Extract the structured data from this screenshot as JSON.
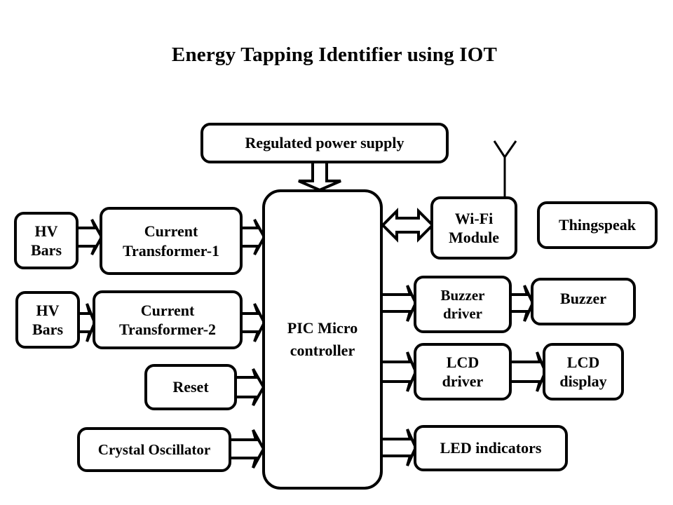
{
  "title": "Energy Tapping Identifier using IOT",
  "blocks": {
    "power_supply": {
      "label": "Regulated power supply"
    },
    "hv_bars_1": {
      "line1": "HV",
      "line2": "Bars"
    },
    "hv_bars_2": {
      "line1": "HV",
      "line2": "Bars"
    },
    "ct1": {
      "line1": "Current",
      "line2": "Transformer-1"
    },
    "ct2": {
      "line1": "Current",
      "line2": "Transformer-2"
    },
    "reset": {
      "label": "Reset"
    },
    "crystal": {
      "label": "Crystal Oscillator"
    },
    "mcu": {
      "line1": "PIC Micro",
      "line2": "controller"
    },
    "wifi": {
      "line1": "Wi-Fi",
      "line2": "Module"
    },
    "thingspeak": {
      "label": "Thingspeak"
    },
    "buzzer_driver": {
      "line1": "Buzzer",
      "line2": "driver"
    },
    "buzzer": {
      "label": "Buzzer"
    },
    "lcd_driver": {
      "line1": "LCD",
      "line2": "driver"
    },
    "lcd_display": {
      "line1": "LCD",
      "line2": "display"
    },
    "led": {
      "label": "LED indicators"
    }
  },
  "colors": {
    "stroke": "#000000",
    "background": "#ffffff"
  }
}
